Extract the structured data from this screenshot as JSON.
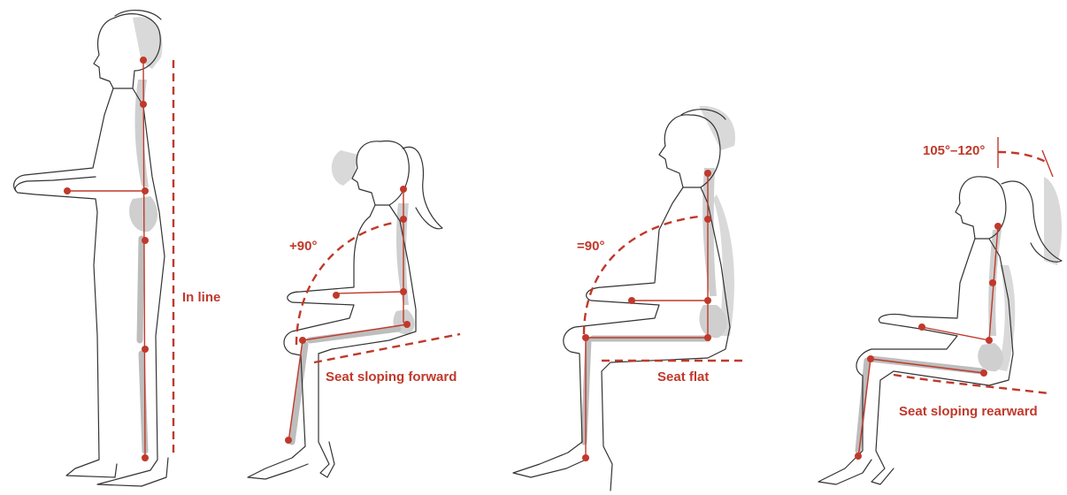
{
  "accent_color": "#c0392b",
  "figures": [
    {
      "id": "standing",
      "label": "In line"
    },
    {
      "id": "seat-forward",
      "angle": "+90°",
      "label": "Seat sloping forward"
    },
    {
      "id": "seat-flat",
      "angle": "=90°",
      "label": "Seat flat"
    },
    {
      "id": "seat-rearward",
      "angle": "105°–120°",
      "label": "Seat sloping rearward"
    }
  ]
}
